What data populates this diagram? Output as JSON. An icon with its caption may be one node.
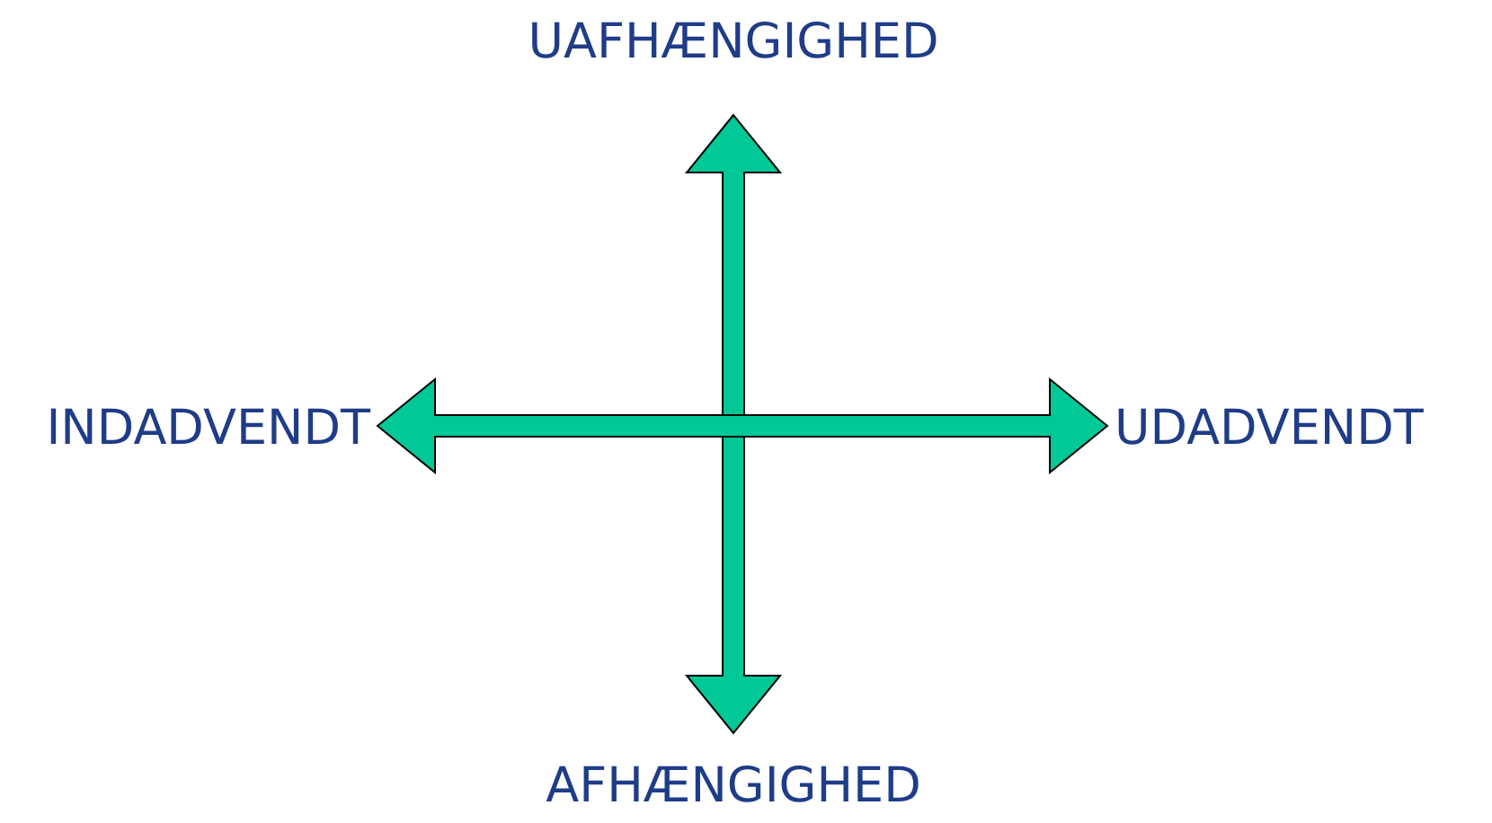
{
  "diagram": {
    "labels": [
      "UAFHÆNGIGHED",
      "INDADVENDT",
      "UDADVENDT",
      "AFHÆNGIGHED"
    ]
  }
}
